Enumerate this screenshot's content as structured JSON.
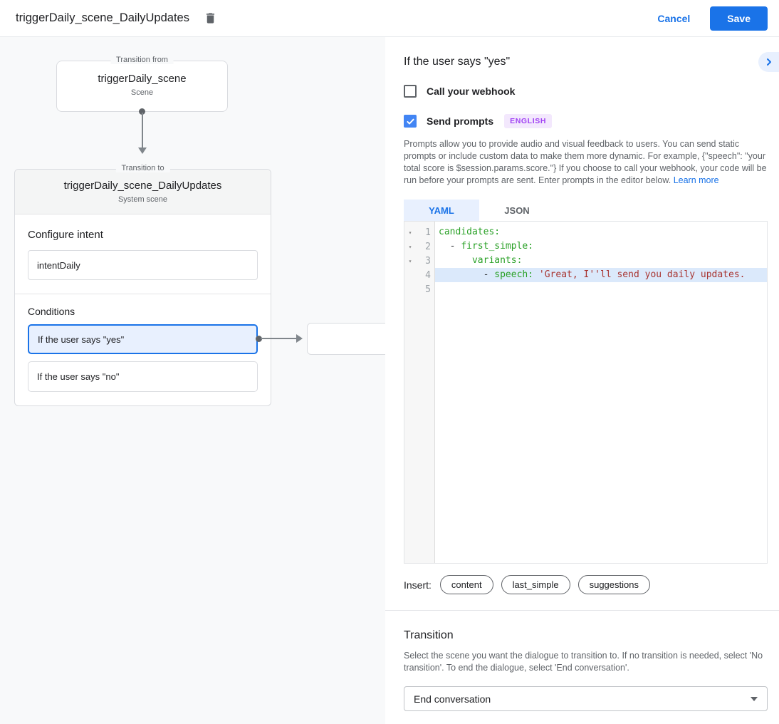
{
  "colors": {
    "accent": "#1a73e8",
    "accent_light": "#e8f0fe",
    "checkbox_checked": "#4285f4",
    "badge_bg": "#f3e8fd",
    "badge_text": "#a142f4",
    "code_key": "#2aa127",
    "code_string": "#a83430",
    "canvas_bg": "#f8f9fa",
    "line_highlight": "#dbe9fb"
  },
  "header": {
    "title": "triggerDaily_scene_DailyUpdates",
    "cancel_label": "Cancel",
    "save_label": "Save"
  },
  "canvas": {
    "transition_from": {
      "label": "Transition from",
      "name": "triggerDaily_scene",
      "type": "Scene"
    },
    "transition_to": {
      "label": "Transition to",
      "name": "triggerDaily_scene_DailyUpdates",
      "type": "System scene",
      "configure_intent_heading": "Configure intent",
      "intent_value": "intentDaily",
      "conditions_heading": "Conditions",
      "conditions": [
        {
          "label": "If the user says \"yes\"",
          "selected": true
        },
        {
          "label": "If the user says \"no\"",
          "selected": false
        }
      ]
    }
  },
  "panel": {
    "heading": "If the user says \"yes\"",
    "collapse_icon": "chevron-right",
    "webhook_checkbox": {
      "label": "Call your webhook",
      "checked": false
    },
    "prompts_checkbox": {
      "label": "Send prompts",
      "checked": true,
      "badge": "ENGLISH"
    },
    "description": "Prompts allow you to provide audio and visual feedback to users. You can send static prompts or include custom data to make them more dynamic. For example, {\"speech\": \"your total score is $session.params.score.\"} If you choose to call your webhook, your code will be run before your prompts are sent. Enter prompts in the editor below.",
    "learn_more_label": "Learn more",
    "tabs": [
      {
        "label": "YAML",
        "active": true
      },
      {
        "label": "JSON",
        "active": false
      }
    ],
    "editor": {
      "fold_marker": "▾",
      "lines": [
        {
          "num": 1,
          "fold": true,
          "highlight": false,
          "segments": [
            {
              "type": "key",
              "text": "candidates:"
            }
          ]
        },
        {
          "num": 2,
          "fold": true,
          "highlight": false,
          "segments": [
            {
              "type": "plain",
              "text": "  - "
            },
            {
              "type": "key",
              "text": "first_simple:"
            }
          ]
        },
        {
          "num": 3,
          "fold": true,
          "highlight": false,
          "segments": [
            {
              "type": "plain",
              "text": "      "
            },
            {
              "type": "key",
              "text": "variants:"
            }
          ]
        },
        {
          "num": 4,
          "fold": false,
          "highlight": true,
          "segments": [
            {
              "type": "plain",
              "text": "        - "
            },
            {
              "type": "key",
              "text": "speech: "
            },
            {
              "type": "string",
              "text": "'Great, I''ll send you daily updates."
            }
          ]
        },
        {
          "num": 5,
          "fold": false,
          "highlight": false,
          "segments": []
        }
      ]
    },
    "insert": {
      "label": "Insert:",
      "chips": [
        "content",
        "last_simple",
        "suggestions"
      ]
    },
    "transition": {
      "heading": "Transition",
      "description": "Select the scene you want the dialogue to transition to. If no transition is needed, select 'No transition'. To end the dialogue, select 'End conversation'.",
      "select_value": "End conversation"
    }
  }
}
